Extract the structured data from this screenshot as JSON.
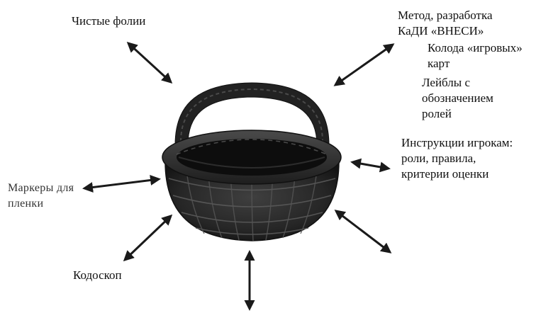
{
  "labels": {
    "clean_films": "Чистые фолии",
    "method_line1": "Метод, разработка",
    "method_line2": "КаДИ «ВНЕСИ»",
    "deck_line1": "Колода «игровых»",
    "deck_line2": "карт",
    "role_labels_line1": "Лейблы с",
    "role_labels_line2": "обозначением",
    "role_labels_line3": "ролей",
    "instructions_line1": "Инструкции игрокам:",
    "instructions_line2": "роли, правила,",
    "instructions_line3": "критерии оценки",
    "markers_line1": "Маркеры для",
    "markers_line2": "пленки",
    "overhead_projector": "Кодоскоп"
  },
  "colors": {
    "arrow": "#1a1a1a",
    "basket_dark": "#1c1c1c",
    "basket_mid": "#3a3a3a",
    "basket_weave": "#5a5a5a"
  }
}
